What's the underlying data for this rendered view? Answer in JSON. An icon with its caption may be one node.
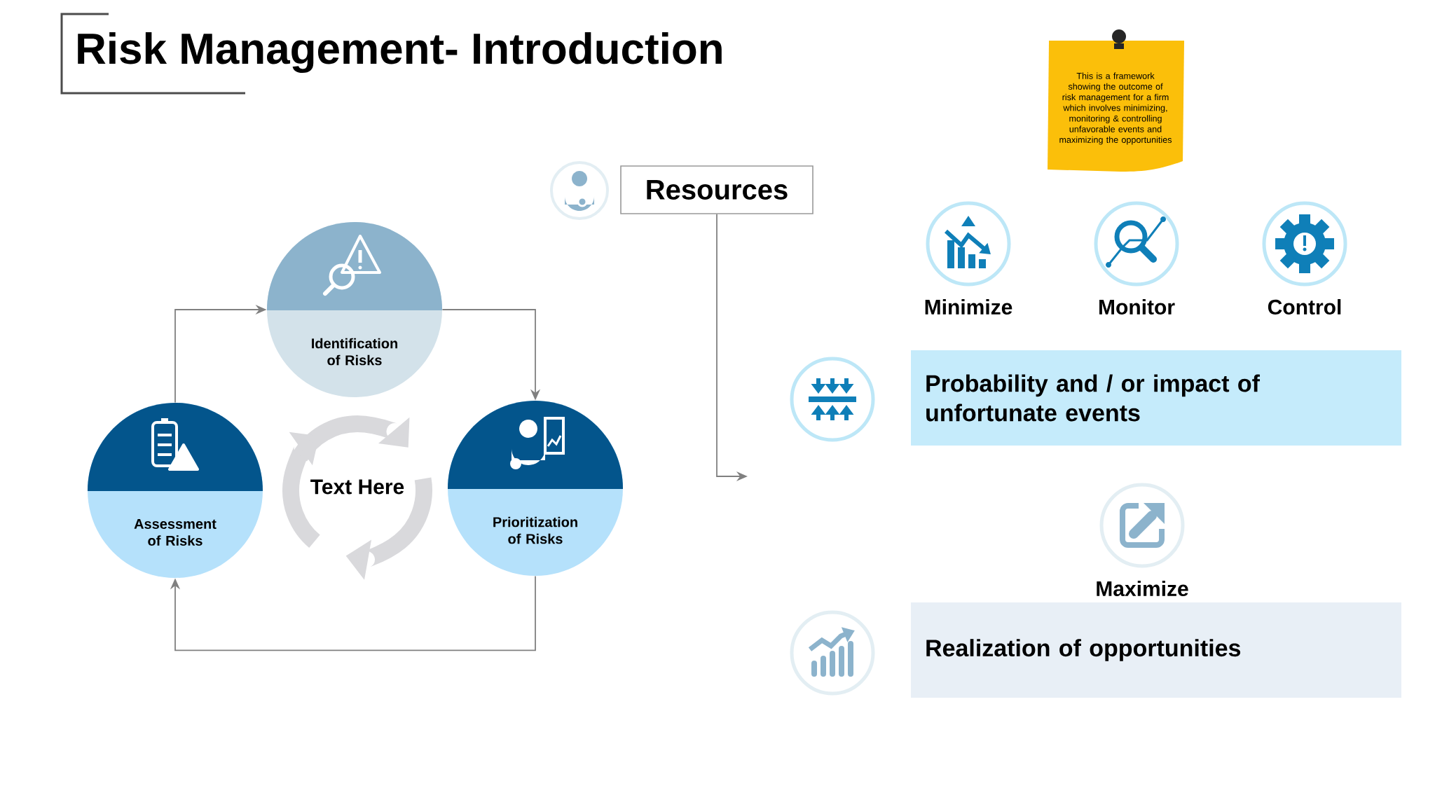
{
  "diagram": {
    "title": "Risk Management- Introduction",
    "nodes": [
      {
        "text": [
          "Identification of Risks"
        ]
      },
      {
        "text": [
          "Assessment of Risks"
        ]
      },
      {
        "text": [
          "Prioritization of Risks"
        ]
      },
      {
        "text": [
          "Resources"
        ]
      },
      {
        "text": [
          "Minimize"
        ]
      },
      {
        "text": [
          "Monitor"
        ]
      },
      {
        "text": [
          "Control"
        ]
      },
      {
        "text": [
          "Probability and / or impact of unfortunate events"
        ]
      },
      {
        "text": [
          "Maximize"
        ]
      },
      {
        "text": [
          "Realization of opportunities"
        ]
      },
      {
        "text": [
          "This is a framework showing the outcome of risk management for a firm which involves minimizing, monitoring & controlling unfavorable events and maximizing the opportunities"
        ]
      }
    ],
    "edges": [
      {
        "from": 1,
        "to": 0,
        "arrow": "to"
      },
      {
        "from": 0,
        "to": 2,
        "arrow": "to"
      },
      {
        "from": 2,
        "to": 1,
        "arrow": "to"
      },
      {
        "from": 3,
        "to": null,
        "arrow": "to"
      }
    ],
    "labels": [
      "Text Here"
    ]
  }
}
